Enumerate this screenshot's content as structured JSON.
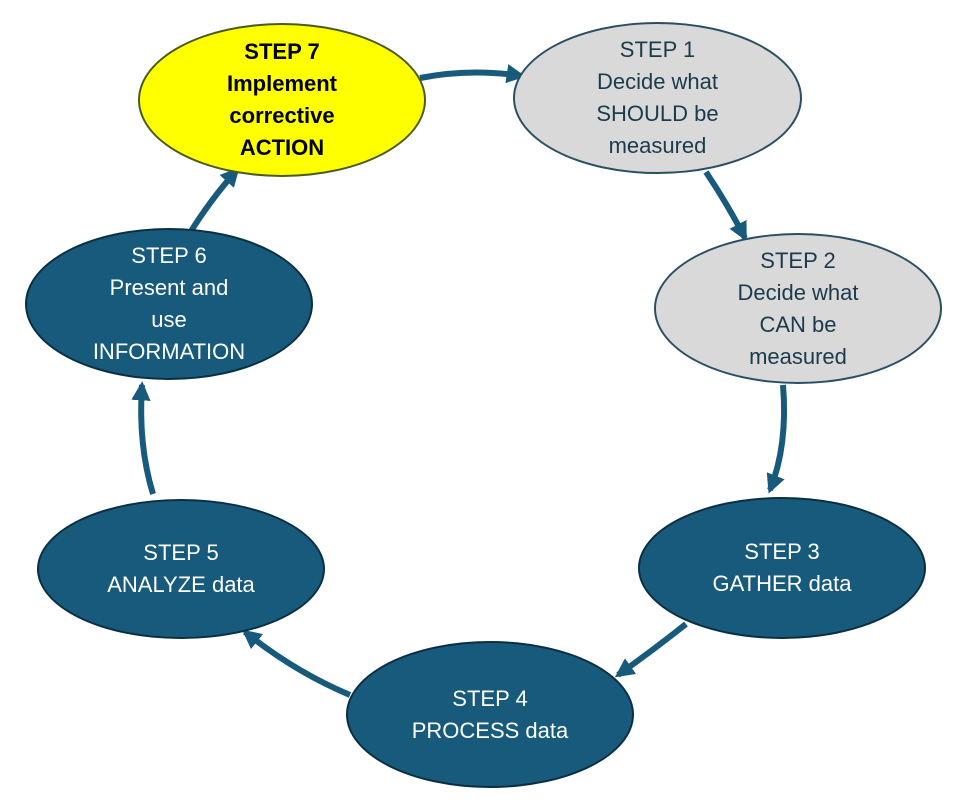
{
  "colors": {
    "dark_fill": "#175a7c",
    "light_fill": "#d9d9d9",
    "highlight_fill": "#ffff00",
    "arrow": "#175a7c"
  },
  "steps": {
    "step1": "STEP 1\nDecide what\nSHOULD be\nmeasured",
    "step2": "STEP 2\nDecide what\nCAN be\nmeasured",
    "step3": "STEP 3\nGATHER data",
    "step4": "STEP 4\nPROCESS data",
    "step5": "STEP 5\nANALYZE data",
    "step6": "STEP 6\nPresent and\nuse\nINFORMATION",
    "step7": "STEP 7\nImplement\ncorrective\nACTION"
  }
}
